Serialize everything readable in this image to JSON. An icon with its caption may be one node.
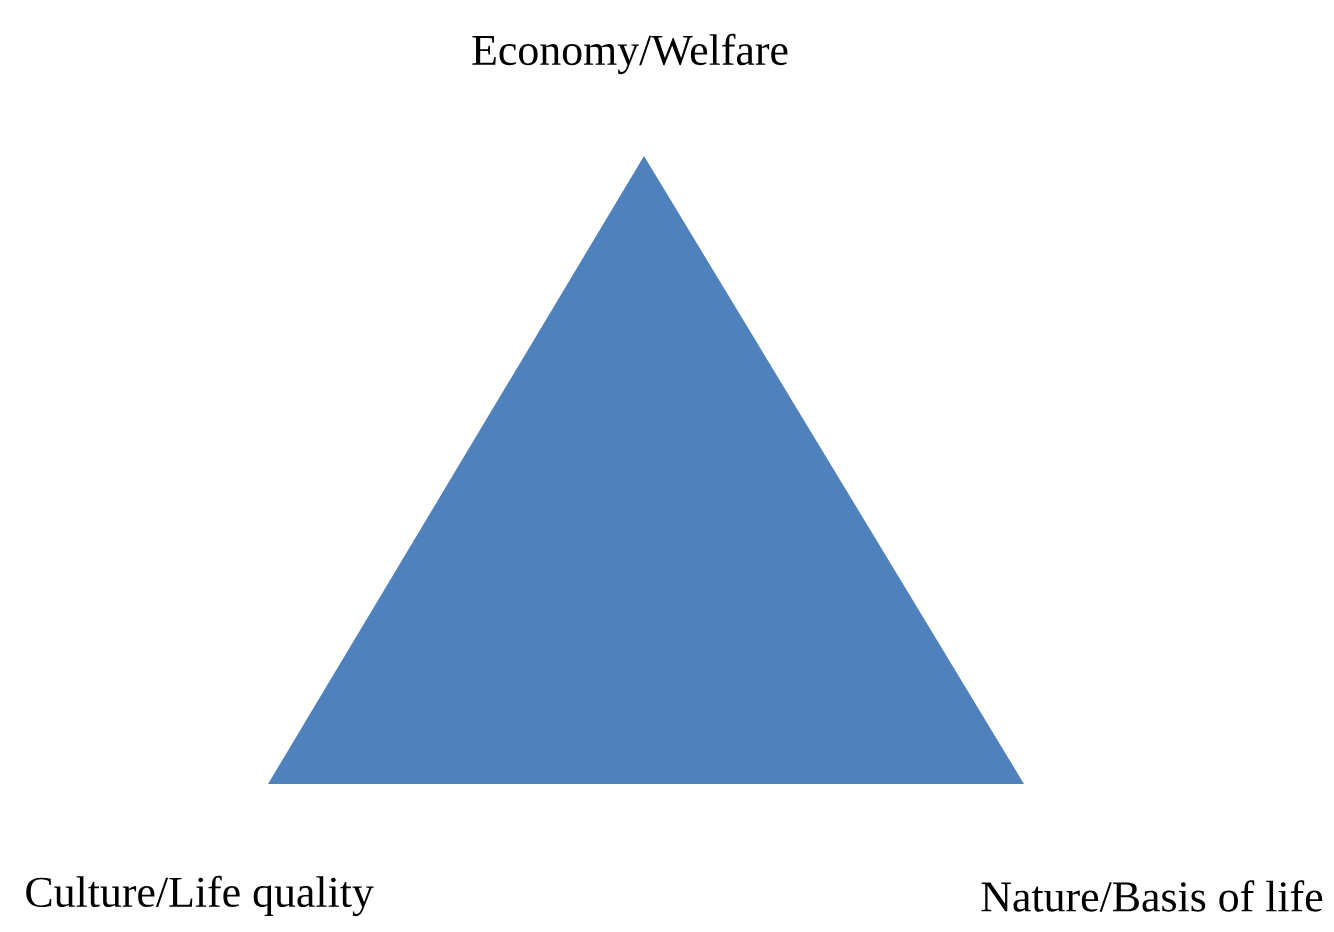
{
  "diagram": {
    "labels": [
      "Economy/Welfare",
      "Culture/Life quality",
      "Nature/Basis of life"
    ]
  }
}
